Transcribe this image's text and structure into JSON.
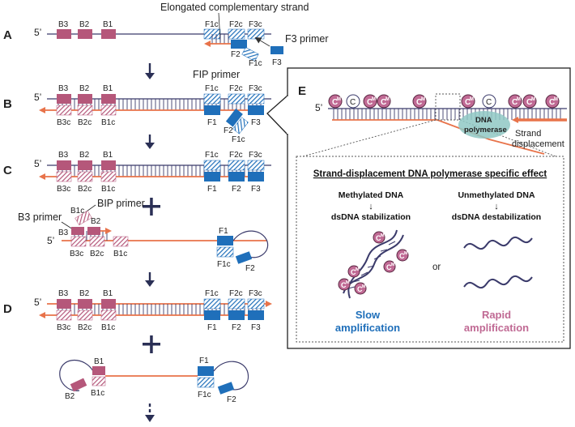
{
  "colors": {
    "strand": "#3b3b6b",
    "new_strand": "#e8734a",
    "b_block": "#b5577a",
    "f_block": "#1f6fba",
    "methyl": "#c06a94",
    "slow": "#1f6fba",
    "rapid": "#c06a94",
    "polymerase": "#8fc8c4"
  },
  "labels": {
    "five_prime": "5’",
    "elongated_strand": "Elongated complementary strand",
    "f3_primer": "F3 primer",
    "fip_primer": "FIP primer",
    "bip_primer": "BIP primer",
    "b3_primer": "B3 primer"
  },
  "steps": [
    "A",
    "B",
    "C",
    "D",
    "E"
  ],
  "region_labels": {
    "B3": "B3",
    "B2": "B2",
    "B1": "B1",
    "B3c": "B3c",
    "B2c": "B2c",
    "B1c": "B1c",
    "F1": "F1",
    "F2": "F2",
    "F3": "F3",
    "F1c": "F1c",
    "F2c": "F2c",
    "F3c": "F3c"
  },
  "panel_e": {
    "methyl_mark": "C",
    "methyl_sup": "M",
    "unmethyl_mark": "C",
    "polymerase_line1": "DNA",
    "polymerase_line2": "polymerase",
    "strand_line1": "Strand",
    "strand_line2": "displacement",
    "heading": "Strand-displacement DNA polymerase specific effect",
    "methylated_title": "Methylated DNA",
    "methylated_effect": "dsDNA stabilization",
    "unmethylated_title": "Unmethylated DNA",
    "unmethylated_effect": "dsDNA destabilization",
    "arrow_down": "↓",
    "or": "or",
    "slow_line1": "Slow",
    "slow_line2": "amplification",
    "rapid_line1": "Rapid",
    "rapid_line2": "amplification"
  }
}
